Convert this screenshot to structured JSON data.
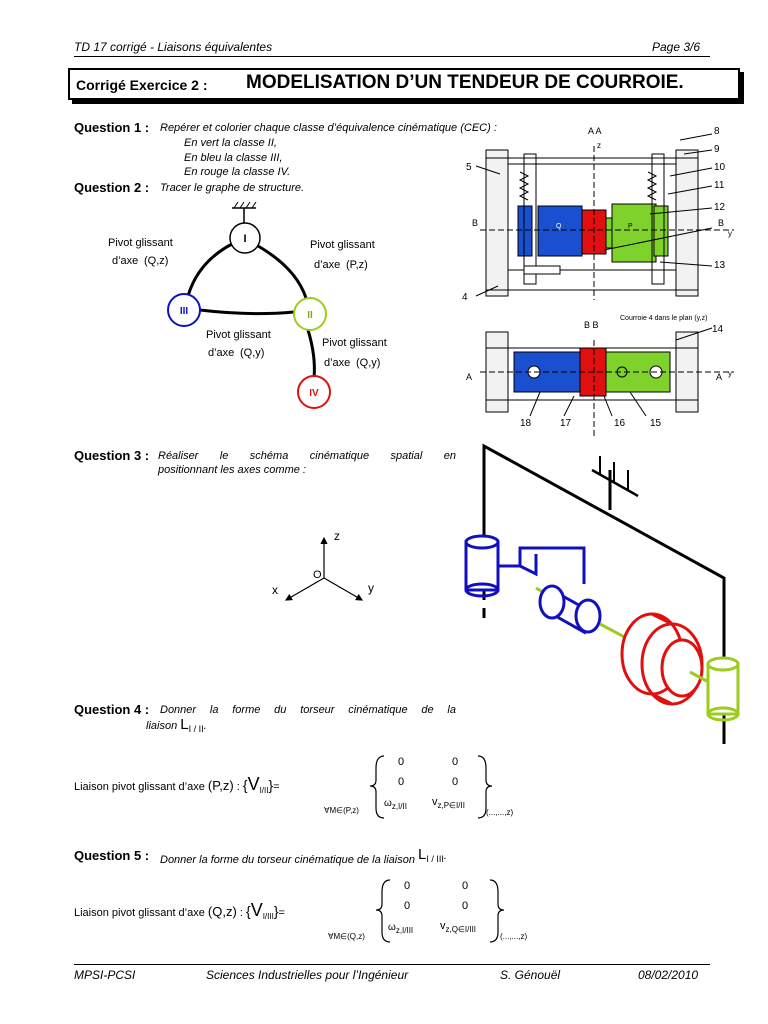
{
  "header": {
    "left": "TD 17 corrigé - Liaisons équivalentes",
    "right": "Page 3/6"
  },
  "title": {
    "prefix": "Corrigé Exercice 2 :",
    "main": "MODELISATION D’UN TENDEUR DE COURROIE."
  },
  "q1": {
    "label": "Question 1 :",
    "text": "Repérer et colorier chaque classe d’équivalence cinématique (CEC) :",
    "lines": [
      "En vert la classe II,",
      "En bleu la classe III,",
      "En rouge la classe IV."
    ]
  },
  "q2": {
    "label": "Question 2 :",
    "text": "Tracer le graphe de structure."
  },
  "graph": {
    "nodes": {
      "I": "I",
      "II": "II",
      "III": "III",
      "IV": "IV"
    },
    "link_I_III": {
      "l1": "Pivot glissant",
      "l2": "d’axe",
      "axis": "(Q,z)"
    },
    "link_I_II": {
      "l1": "Pivot glissant",
      "l2": "d’axe",
      "axis": "(P,z)"
    },
    "link_III_II": {
      "l1": "Pivot glissant",
      "l2": "d’axe",
      "axis": "(Q,y)"
    },
    "link_II_IV": {
      "l1": "Pivot glissant",
      "l2": "d’axe",
      "axis": "(Q,y)"
    }
  },
  "drawing": {
    "section_top": "A A",
    "section_bottom": "B B",
    "courroie": "Courroie 4 dans le plan (y,z)",
    "numbers": [
      "8",
      "9",
      "10",
      "11",
      "12",
      "13",
      "5",
      "4",
      "14",
      "15",
      "16",
      "17",
      "18",
      "B",
      "B",
      "A",
      "A",
      "y",
      "y",
      "z",
      "Q",
      "P"
    ]
  },
  "q3": {
    "label": "Question 3 :",
    "line1": "Réaliser le schéma cinématique spatial en",
    "line2": "positionnant les axes comme :"
  },
  "axes": {
    "z": "z",
    "x": "x",
    "y": "y",
    "o": "O"
  },
  "q4": {
    "label": "Question 4 :",
    "line1": "Donner la forme du torseur cinématique de la",
    "line2": "liaison",
    "liaison": "L",
    "sub": "I / II",
    "end": "."
  },
  "t1": {
    "prefix": "Liaison pivot glissant d’axe",
    "axis": "(P,z)",
    "colon": ":",
    "V": "V",
    "sub": "I/II",
    "r1": [
      "0",
      "0"
    ],
    "r2": [
      "0",
      "0"
    ],
    "w": "ω",
    "wsub": "z,I/II",
    "v": "v",
    "vsub": "z,P∈I/II",
    "under": "∀M∈(P,z)",
    "basis": "(...,...,z)"
  },
  "q5": {
    "label": "Question 5 :",
    "text": "Donner la forme du torseur cinématique de la liaison",
    "liaison": "L",
    "sub": "I / III",
    "end": "."
  },
  "t2": {
    "prefix": "Liaison pivot glissant d’axe",
    "axis": "(Q,z)",
    "colon": ":",
    "V": "V",
    "sub": "I/III",
    "r1": [
      "0",
      "0"
    ],
    "r2": [
      "0",
      "0"
    ],
    "w": "ω",
    "wsub": "z,I/III",
    "v": "v",
    "vsub": "z,Q∈I/III",
    "under": "∀M∈(Q,z)",
    "basis": "(...,...,z)"
  },
  "footer": {
    "a": "MPSI-PCSI",
    "b": "Sciences Industrielles pour l’Ingénieur",
    "c": "S. Génouël",
    "d": "08/02/2010"
  },
  "colors": {
    "green": "#7fd12b",
    "blue": "#1010c0",
    "red": "#e01010",
    "lime": "#9ccc1c"
  }
}
